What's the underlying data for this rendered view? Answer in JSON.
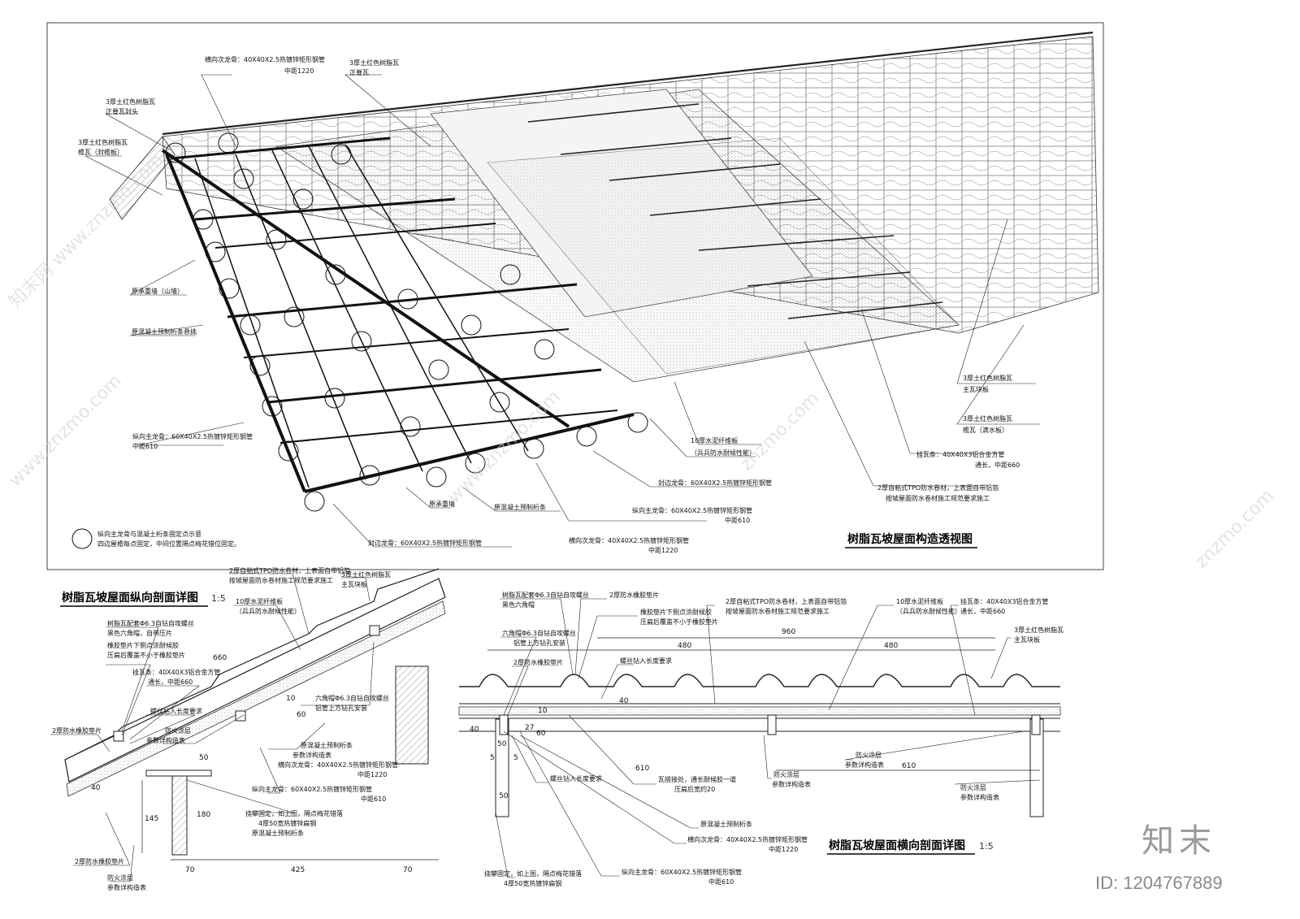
{
  "titles": {
    "perspective": "树脂瓦坡屋面构造透视图",
    "long_section": "树脂瓦坡屋面纵向剖面详图",
    "cross_section": "树脂瓦坡屋面横向剖面详图",
    "scale": "1:5"
  },
  "perspective_labels": [
    {
      "t1": "横向次龙骨：40X40X2.5热镀锌矩形钢管",
      "t2": "中距1220"
    },
    {
      "t1": "3厚土红色树脂瓦",
      "t2": "正脊瓦"
    },
    {
      "t1": "3厚土红色树脂瓦",
      "t2": "正脊瓦封头"
    },
    {
      "t1": "3厚土红色树脂瓦",
      "t2": "檐瓦（封檐板）"
    },
    {
      "t1": "原承重墙（山墙）",
      "t2": ""
    },
    {
      "t1": "原混凝土预制桁条悬挑",
      "t2": ""
    },
    {
      "t1": "纵向主龙骨：60X40X2.5热镀锌矩形钢管",
      "t2": "中距610"
    },
    {
      "t1": "纵向主龙骨与混凝土桁条固定点示意",
      "t2": "四边屋檐每点固定，中间位置隔点梅花错位固定。"
    },
    {
      "t1": "封边龙骨：60X40X2.5热镀锌矩形钢管",
      "t2": ""
    },
    {
      "t1": "原承重墙",
      "t2": ""
    },
    {
      "t1": "原混凝土预制桁条",
      "t2": ""
    },
    {
      "t1": "横向次龙骨：40X40X2.5热镀锌矩形钢管",
      "t2": "中距1220"
    },
    {
      "t1": "纵向主龙骨：60X40X2.5热镀锌矩形钢管",
      "t2": "中距610"
    },
    {
      "t1": "封边龙骨：60X40X2.5热镀锌矩形钢管",
      "t2": ""
    },
    {
      "t1": "10厚水泥纤维板",
      "t2": "（兵兵防水耐候性能）"
    },
    {
      "t1": "2厚自粘式TPO防水卷材，上表面自带铝箔",
      "t2": "按坡屋面防水卷材施工规范要求施工"
    },
    {
      "t1": "挂瓦条：40X40X3铝合金方管",
      "t2": "通长，中距660"
    },
    {
      "t1": "3厚土红色树脂瓦",
      "t2": "主瓦块板"
    },
    {
      "t1": "3厚土红色树脂瓦",
      "t2": "檐瓦（滴水板）"
    }
  ],
  "long_labels": [
    {
      "t1": "2厚自粘式TPO防水卷材，上表面自带铝箔",
      "t2": "按坡屋面防水卷材施工规范要求施工"
    },
    {
      "t1": "3厚土红色树脂瓦",
      "t2": "主瓦块板"
    },
    {
      "t1": "10厚水泥纤维板",
      "t2": "（兵兵防水耐候性能）"
    },
    {
      "t1": "树脂瓦配套Φ6.3自钻自攻螺丝",
      "t2": "黑色六角帽，自带压片"
    },
    {
      "t1": "橡胶垫片下侧点涂耐候胶",
      "t2": "压扁后覆盖不小于橡胶垫片"
    },
    {
      "t1": "挂瓦条：40X40X3铝合金方管",
      "t2": "通长，中距660"
    },
    {
      "t1": "螺丝钻入长度要求",
      "t2": ""
    },
    {
      "t1": "六角帽Φ6.3自钻自攻螺丝",
      "t2": "铝管上方钻孔安装"
    },
    {
      "t1": "2厚防水橡胶垫片",
      "t2": ""
    },
    {
      "t1": "防火涂层",
      "t2": "参数详构造表"
    },
    {
      "t1": "原混凝土预制桁条",
      "t2": ""
    },
    {
      "t1": "横向次龙骨：40X40X2.5热镀锌矩形钢管",
      "t2": "中距1220"
    },
    {
      "t1": "纵向主龙骨：60X40X2.5热镀锌矩形钢管",
      "t2": "中距610"
    },
    {
      "t1": "挠攀固定，如上图，隔点梅花错落",
      "t2": "4厚50宽热镀锌扁钢"
    },
    {
      "t1": "原混凝土预制桁条",
      "t2": ""
    },
    {
      "t1": "2厚防水橡胶垫片",
      "t2": ""
    },
    {
      "t1": "防火涂层",
      "t2": "参数详构造表"
    }
  ],
  "long_dims": [
    "660",
    "50",
    "145",
    "180",
    "70",
    "425",
    "70",
    "40",
    "10",
    "60"
  ],
  "cross_labels": [
    {
      "t1": "树脂瓦配套Φ6.3自钻自攻螺丝",
      "t2": "黑色六角帽"
    },
    {
      "t1": "六角帽Φ6.3自钻自攻螺丝",
      "t2": "铝管上方钻孔安装"
    },
    {
      "t1": "2厚防水橡胶垫片",
      "t2": ""
    },
    {
      "t1": "橡胶垫片下侧点涂耐候胶",
      "t2": "压扁后覆盖不小于橡胶垫片"
    },
    {
      "t1": "2厚自粘式TPO防水卷材，上表面自带铝箔",
      "t2": "按坡屋面防水卷材施工规范要求施工"
    },
    {
      "t1": "10厚水泥纤维板",
      "t2": "（兵兵防水耐候性能）"
    },
    {
      "t1": "挂瓦条：40X40X3铝合金方管",
      "t2": "通长，中距660"
    },
    {
      "t1": "3厚土红色树脂瓦",
      "t2": "主瓦块板"
    },
    {
      "t1": "2厚防水橡胶垫片",
      "t2": ""
    },
    {
      "t1": "螺丝钻入长度要求",
      "t2": ""
    },
    {
      "t1": "螺丝钻入长度要求",
      "t2": ""
    },
    {
      "t1": "瓦搭接处，通长耐候胶一道",
      "t2": "压扁后宽约20"
    },
    {
      "t1": "防火涂层",
      "t2": "参数详构造表"
    },
    {
      "t1": "防火涂层",
      "t2": "参数详构造表"
    },
    {
      "t1": "防火涂层",
      "t2": "参数详构造表"
    },
    {
      "t1": "原混凝土预制桁条",
      "t2": ""
    },
    {
      "t1": "横向次龙骨：40X40X2.5热镀锌矩形钢管",
      "t2": "中距1220"
    },
    {
      "t1": "挠攀固定，如上图，隔点梅花错落",
      "t2": "4厚50宽热镀锌扁钢"
    },
    {
      "t1": "纵向主龙骨：60X40X2.5热镀锌矩形钢管",
      "t2": "中距610"
    }
  ],
  "cross_dims": [
    "960",
    "480",
    "480",
    "610",
    "610",
    "40",
    "27",
    "60",
    "10",
    "40",
    "50",
    "5",
    "5",
    "50"
  ],
  "watermarks": [
    "知末网 www.znzmo.com",
    "www.znzmo.com",
    "znzmo.com"
  ],
  "brand": "知末",
  "id_text": "ID: 1204767889"
}
